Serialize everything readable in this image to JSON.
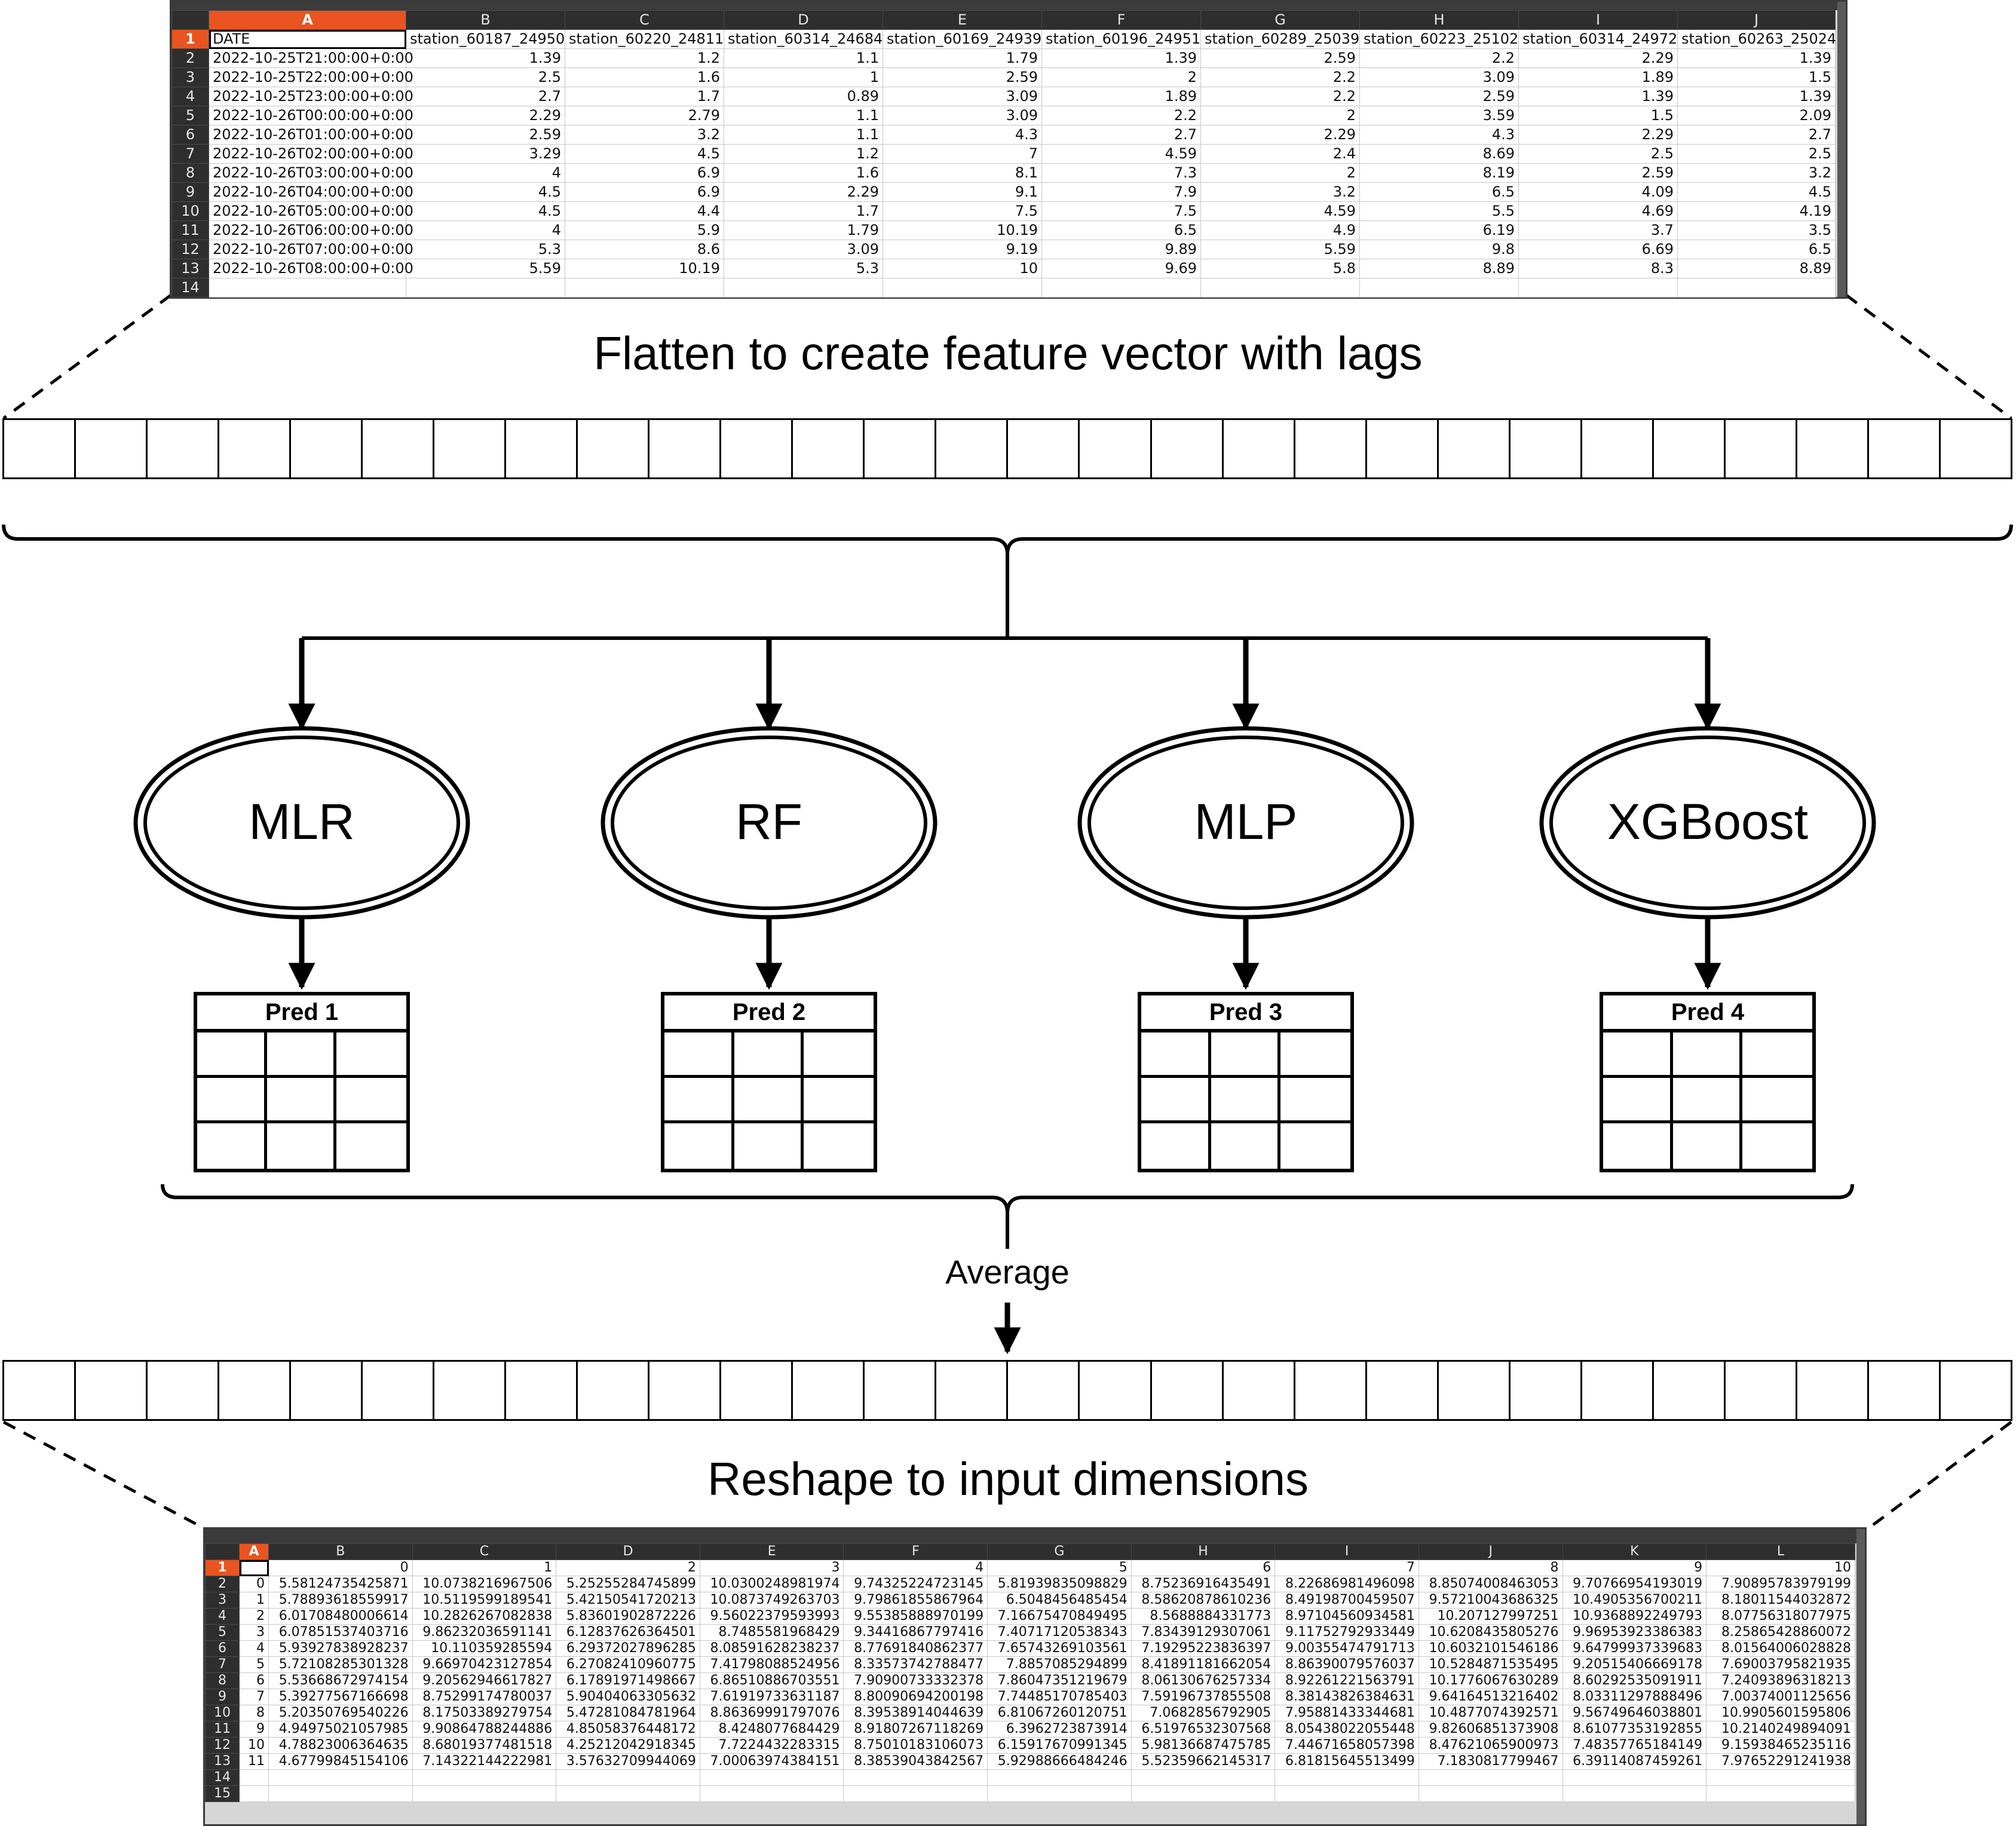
{
  "input_sheet": {
    "col_headers": [
      "A",
      "B",
      "C",
      "D",
      "E",
      "F",
      "G",
      "H",
      "I",
      "J"
    ],
    "row_numbers": [
      "1",
      "2",
      "3",
      "4",
      "5",
      "6",
      "7",
      "8",
      "9",
      "10",
      "11",
      "12",
      "13",
      "14"
    ],
    "rows": [
      [
        "DATE",
        "station_60187_24950",
        "station_60220_24811",
        "station_60314_24684",
        "station_60169_24939",
        "station_60196_24951",
        "station_60289_25039",
        "station_60223_25102",
        "station_60314_24972",
        "station_60263_25024"
      ],
      [
        "2022-10-25T21:00:00+0:00",
        "1.39",
        "1.2",
        "1.1",
        "1.79",
        "1.39",
        "2.59",
        "2.2",
        "2.29",
        "1.39"
      ],
      [
        "2022-10-25T22:00:00+0:00",
        "2.5",
        "1.6",
        "1",
        "2.59",
        "2",
        "2.2",
        "3.09",
        "1.89",
        "1.5"
      ],
      [
        "2022-10-25T23:00:00+0:00",
        "2.7",
        "1.7",
        "0.89",
        "3.09",
        "1.89",
        "2.2",
        "2.59",
        "1.39",
        "1.39"
      ],
      [
        "2022-10-26T00:00:00+0:00",
        "2.29",
        "2.79",
        "1.1",
        "3.09",
        "2.2",
        "2",
        "3.59",
        "1.5",
        "2.09"
      ],
      [
        "2022-10-26T01:00:00+0:00",
        "2.59",
        "3.2",
        "1.1",
        "4.3",
        "2.7",
        "2.29",
        "4.3",
        "2.29",
        "2.7"
      ],
      [
        "2022-10-26T02:00:00+0:00",
        "3.29",
        "4.5",
        "1.2",
        "7",
        "4.59",
        "2.4",
        "8.69",
        "2.5",
        "2.5"
      ],
      [
        "2022-10-26T03:00:00+0:00",
        "4",
        "6.9",
        "1.6",
        "8.1",
        "7.3",
        "2",
        "8.19",
        "2.59",
        "3.2"
      ],
      [
        "2022-10-26T04:00:00+0:00",
        "4.5",
        "6.9",
        "2.29",
        "9.1",
        "7.9",
        "3.2",
        "6.5",
        "4.09",
        "4.5"
      ],
      [
        "2022-10-26T05:00:00+0:00",
        "4.5",
        "4.4",
        "1.7",
        "7.5",
        "7.5",
        "4.59",
        "5.5",
        "4.69",
        "4.19"
      ],
      [
        "2022-10-26T06:00:00+0:00",
        "4",
        "5.9",
        "1.79",
        "10.19",
        "6.5",
        "4.9",
        "6.19",
        "3.7",
        "3.5"
      ],
      [
        "2022-10-26T07:00:00+0:00",
        "5.3",
        "8.6",
        "3.09",
        "9.19",
        "9.89",
        "5.59",
        "9.8",
        "6.69",
        "6.5"
      ],
      [
        "2022-10-26T08:00:00+0:00",
        "5.59",
        "10.19",
        "5.3",
        "10",
        "9.69",
        "5.8",
        "8.89",
        "8.3",
        "8.89"
      ]
    ]
  },
  "captions": {
    "flatten": "Flatten to create feature vector with lags",
    "reshape": "Reshape to input dimensions",
    "average": "Average"
  },
  "models": [
    {
      "label": "MLR",
      "pred": "Pred 1"
    },
    {
      "label": "RF",
      "pred": "Pred 2"
    },
    {
      "label": "MLP",
      "pred": "Pred 3"
    },
    {
      "label": "XGBoost",
      "pred": "Pred 4"
    }
  ],
  "vector_cells": 28,
  "output_sheet": {
    "col_headers": [
      "A",
      "B",
      "C",
      "D",
      "E",
      "F",
      "G",
      "H",
      "I",
      "J",
      "K",
      "L"
    ],
    "row_numbers": [
      "1",
      "2",
      "3",
      "4",
      "5",
      "6",
      "7",
      "8",
      "9",
      "10",
      "11",
      "12",
      "13",
      "14",
      "15"
    ],
    "rows": [
      [
        "",
        "0",
        "1",
        "2",
        "3",
        "4",
        "5",
        "6",
        "7",
        "8",
        "9",
        "10"
      ],
      [
        "0",
        "5.58124735425871",
        "10.0738216967506",
        "5.25255284745899",
        "10.0300248981974",
        "9.74325224723145",
        "5.81939835098829",
        "8.75236916435491",
        "8.22686981496098",
        "8.85074008463053",
        "9.70766954193019",
        "7.90895783979199"
      ],
      [
        "1",
        "5.78893618559917",
        "10.5119599189541",
        "5.42150541720213",
        "10.0873749263703",
        "9.79861855867964",
        "6.5048456485454",
        "8.58620878610236",
        "8.49198700459507",
        "9.57210043686325",
        "10.4905356700211",
        "8.18011544032872"
      ],
      [
        "2",
        "6.01708480006614",
        "10.2826267082838",
        "5.83601902872226",
        "9.56022379593993",
        "9.55385888970199",
        "7.16675470849495",
        "8.5688884331773",
        "8.97104560934581",
        "10.207127997251",
        "10.9368892249793",
        "8.07756318077975"
      ],
      [
        "3",
        "6.07851537403716",
        "9.86232036591141",
        "6.12837626364501",
        "8.7485581968429",
        "9.34416867797416",
        "7.40717120538343",
        "7.83439129307061",
        "9.11752792933449",
        "10.6208435805276",
        "9.96953923386383",
        "8.25865428860072"
      ],
      [
        "4",
        "5.93927838928237",
        "10.110359285594",
        "6.29372027896285",
        "8.08591628238237",
        "8.77691840862377",
        "7.65743269103561",
        "7.19295223836397",
        "9.00355474791713",
        "10.6032101546186",
        "9.64799937339683",
        "8.01564006028828"
      ],
      [
        "5",
        "5.72108285301328",
        "9.66970423127854",
        "6.27082410960775",
        "7.41798088524956",
        "8.33573742788477",
        "7.8857085294899",
        "8.41891181662054",
        "8.86390079576037",
        "10.5284871535495",
        "9.20515406669178",
        "7.69003795821935"
      ],
      [
        "6",
        "5.53668672974154",
        "9.20562946617827",
        "6.17891971498667",
        "6.86510886703551",
        "7.90900733332378",
        "7.86047351219679",
        "8.06130676257334",
        "8.92261221563791",
        "10.1776067630289",
        "8.60292535091911",
        "7.24093896318213"
      ],
      [
        "7",
        "5.39277567166698",
        "8.75299174780037",
        "5.90404063305632",
        "7.61919733631187",
        "8.80090694200198",
        "7.74485170785403",
        "7.59196737855508",
        "8.38143826384631",
        "9.64164513216402",
        "8.03311297888496",
        "7.00374001125656"
      ],
      [
        "8",
        "5.20350769540226",
        "8.17503389279754",
        "5.47281084781964",
        "8.86369991797076",
        "8.39538914044639",
        "6.81067260120751",
        "7.0682856792905",
        "7.95881433344681",
        "10.4877074392571",
        "9.56749646038801",
        "10.9905601595806"
      ],
      [
        "9",
        "4.94975021057985",
        "9.90864788244886",
        "4.85058376448172",
        "8.4248077684429",
        "8.91807267118269",
        "6.3962723873914",
        "6.51976532307568",
        "8.05438022055448",
        "9.82606851373908",
        "8.61077353192855",
        "10.2140249894091"
      ],
      [
        "10",
        "4.78823006364635",
        "8.68019377481518",
        "4.25212042918345",
        "7.7224432283315",
        "8.75010183106073",
        "6.15917670991345",
        "5.98136687475785",
        "7.44671658057398",
        "8.47621065900973",
        "7.48357765184149",
        "9.15938465235116"
      ],
      [
        "11",
        "4.67799845154106",
        "7.14322144222981",
        "3.57632709944069",
        "7.00063974384151",
        "8.38539043842567",
        "5.92988666484246",
        "5.52359662145317",
        "6.81815645513499",
        "7.1830817799467",
        "6.39114087459261",
        "7.97652291241938"
      ]
    ]
  }
}
